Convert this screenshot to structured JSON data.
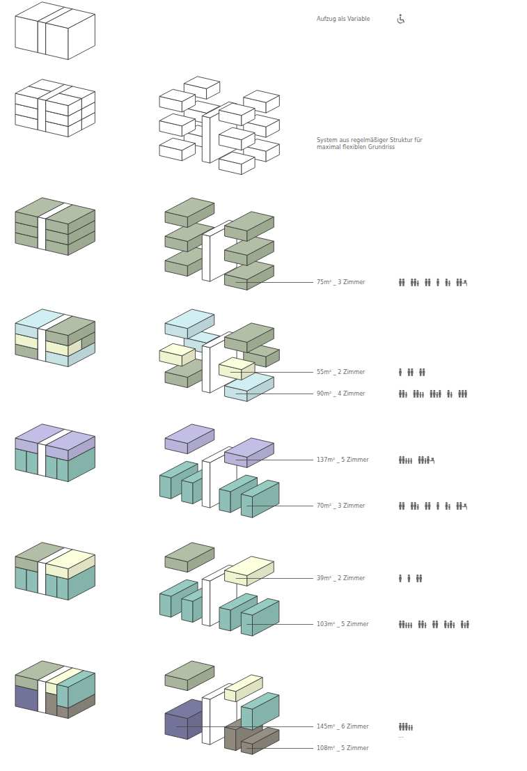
{
  "diagram": {
    "labels": [
      "Aufzug als Variable",
      "System aus regelmäßiger Struktur für maximal flexiblen Grundriss",
      "75m² _ 3 Zimmer",
      "55m² _ 2 Zimmer",
      "90m² _ 4 Zimmer",
      "137m² _ 5 Zimmer",
      "70m² _ 3 Zimmer",
      "39m² _ 2 Zimmer",
      "103m² _ 5 Zimmer",
      "145m² _ 6 Zimmer",
      "108m² _ 5 Zimmer",
      "..."
    ]
  }
}
